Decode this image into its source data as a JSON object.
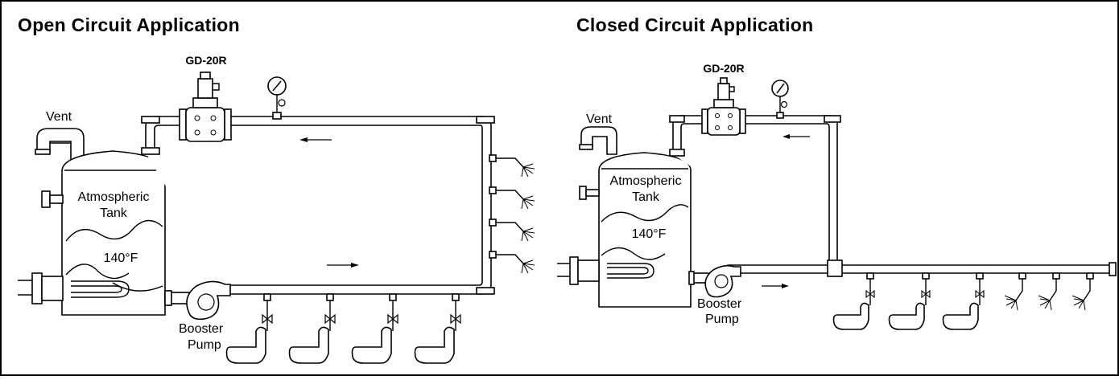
{
  "open_circuit": {
    "title": "Open Circuit Application",
    "valve_label": "GD-20R",
    "vent_label": "Vent",
    "tank_label_line1": "Atmospheric",
    "tank_label_line2": "Tank",
    "temperature_label": "140°F",
    "pump_label_line1": "Booster",
    "pump_label_line2": "Pump"
  },
  "closed_circuit": {
    "title": "Closed Circuit Application",
    "valve_label": "GD-20R",
    "vent_label": "Vent",
    "tank_label_line1": "Atmospheric",
    "tank_label_line2": "Tank",
    "temperature_label": "140°F",
    "pump_label_line1": "Booster",
    "pump_label_line2": "Pump"
  }
}
